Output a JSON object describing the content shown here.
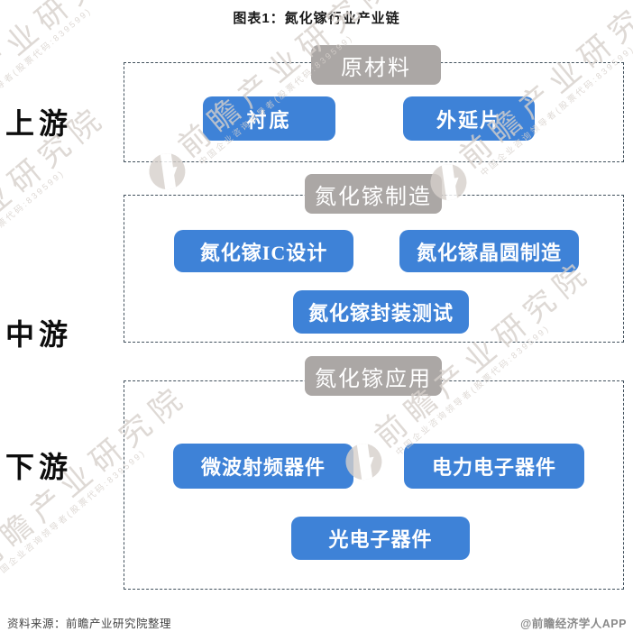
{
  "title": "图表1：氮化镓行业产业链",
  "stages": [
    {
      "label": "上游"
    },
    {
      "label": "中游"
    },
    {
      "label": "下游"
    }
  ],
  "sections": [
    {
      "header": "原材料",
      "boxes": [
        "衬底",
        "外延片"
      ]
    },
    {
      "header": "氮化镓制造",
      "boxes": [
        "氮化镓IC设计",
        "氮化镓晶圆制造",
        "氮化镓封装测试"
      ]
    },
    {
      "header": "氮化镓应用",
      "boxes": [
        "微波射频器件",
        "电力电子器件",
        "光电子器件"
      ]
    }
  ],
  "footer": {
    "source": "资料来源：前瞻产业研究院整理",
    "credit": "@前瞻经济学人APP"
  },
  "watermark": {
    "brand": "前瞻产业研究院",
    "tagline": "中国企业咨询领导者(股票代码:839599)"
  },
  "colors": {
    "box_blue": "#3E82D7",
    "header_gray": "#ABA7A5",
    "dash_border": "#41505C",
    "watermark": "#D6D0CB"
  }
}
